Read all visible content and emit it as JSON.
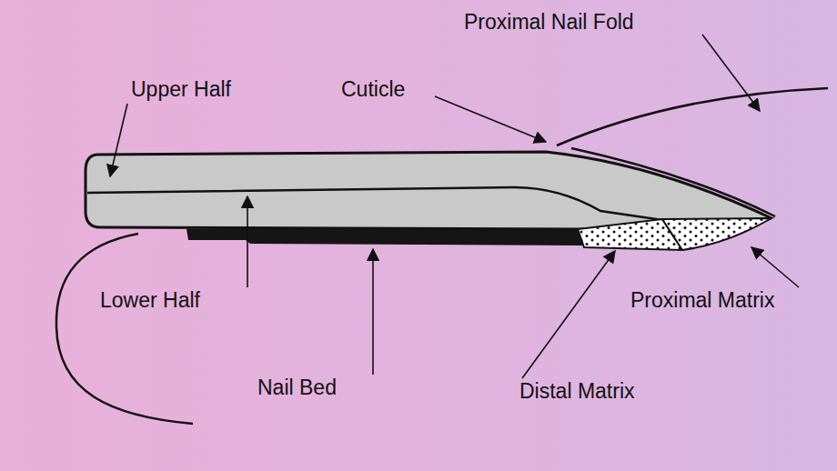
{
  "diagram": {
    "labels": [
      "Proximal Nail Fold",
      "Upper Half",
      "Cuticle",
      "Lower Half",
      "Nail Bed",
      "Distal Matrix",
      "Proximal Matrix"
    ]
  }
}
